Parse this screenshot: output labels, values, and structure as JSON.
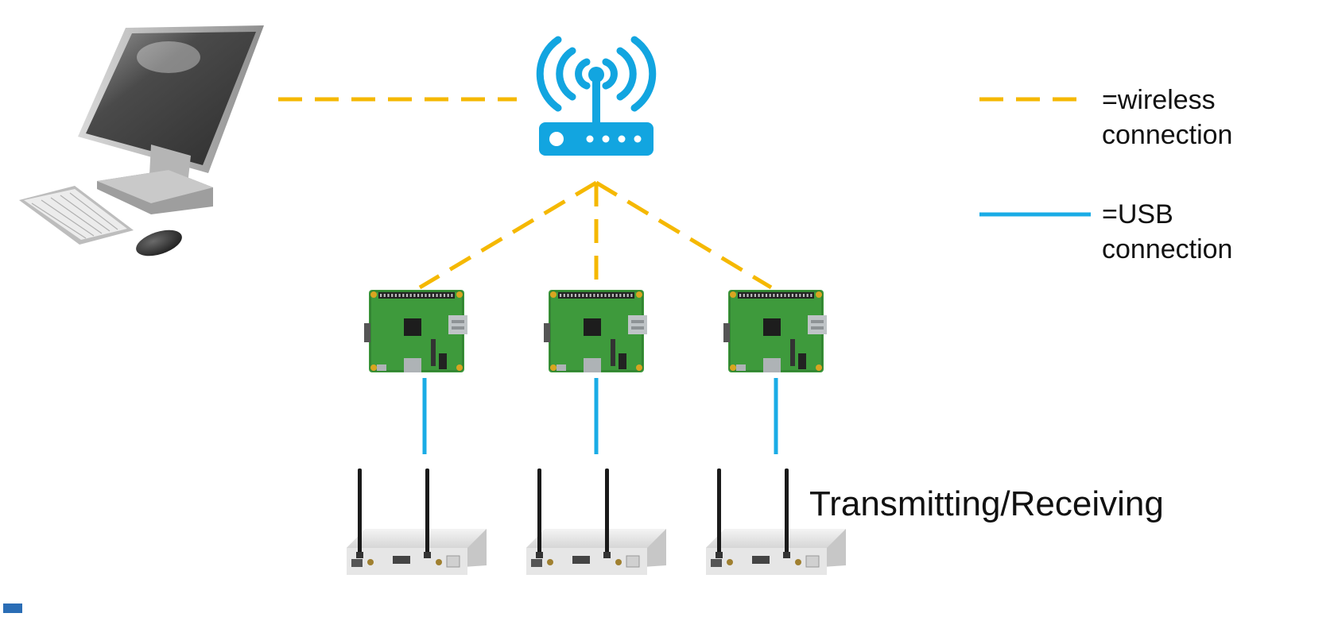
{
  "legend": {
    "wireless": {
      "line1": "=wireless",
      "line2": "connection",
      "color": "#F5B800",
      "style": "dashed"
    },
    "usb": {
      "line1": "=USB",
      "line2": "connection",
      "color": "#1AACE6",
      "style": "solid"
    }
  },
  "caption": "Transmitting/Receiving",
  "nodes": {
    "computer": "computer-icon",
    "router": "wifi-router-icon",
    "boards": [
      "raspberry-pi-board-icon",
      "raspberry-pi-board-icon",
      "raspberry-pi-board-icon"
    ],
    "radios": [
      "sdr-radio-icon",
      "sdr-radio-icon",
      "sdr-radio-icon"
    ]
  },
  "colors": {
    "wireless": "#F5B800",
    "usb": "#1AACE6",
    "router": "#12A5E0",
    "board": "#3E9A3C"
  }
}
